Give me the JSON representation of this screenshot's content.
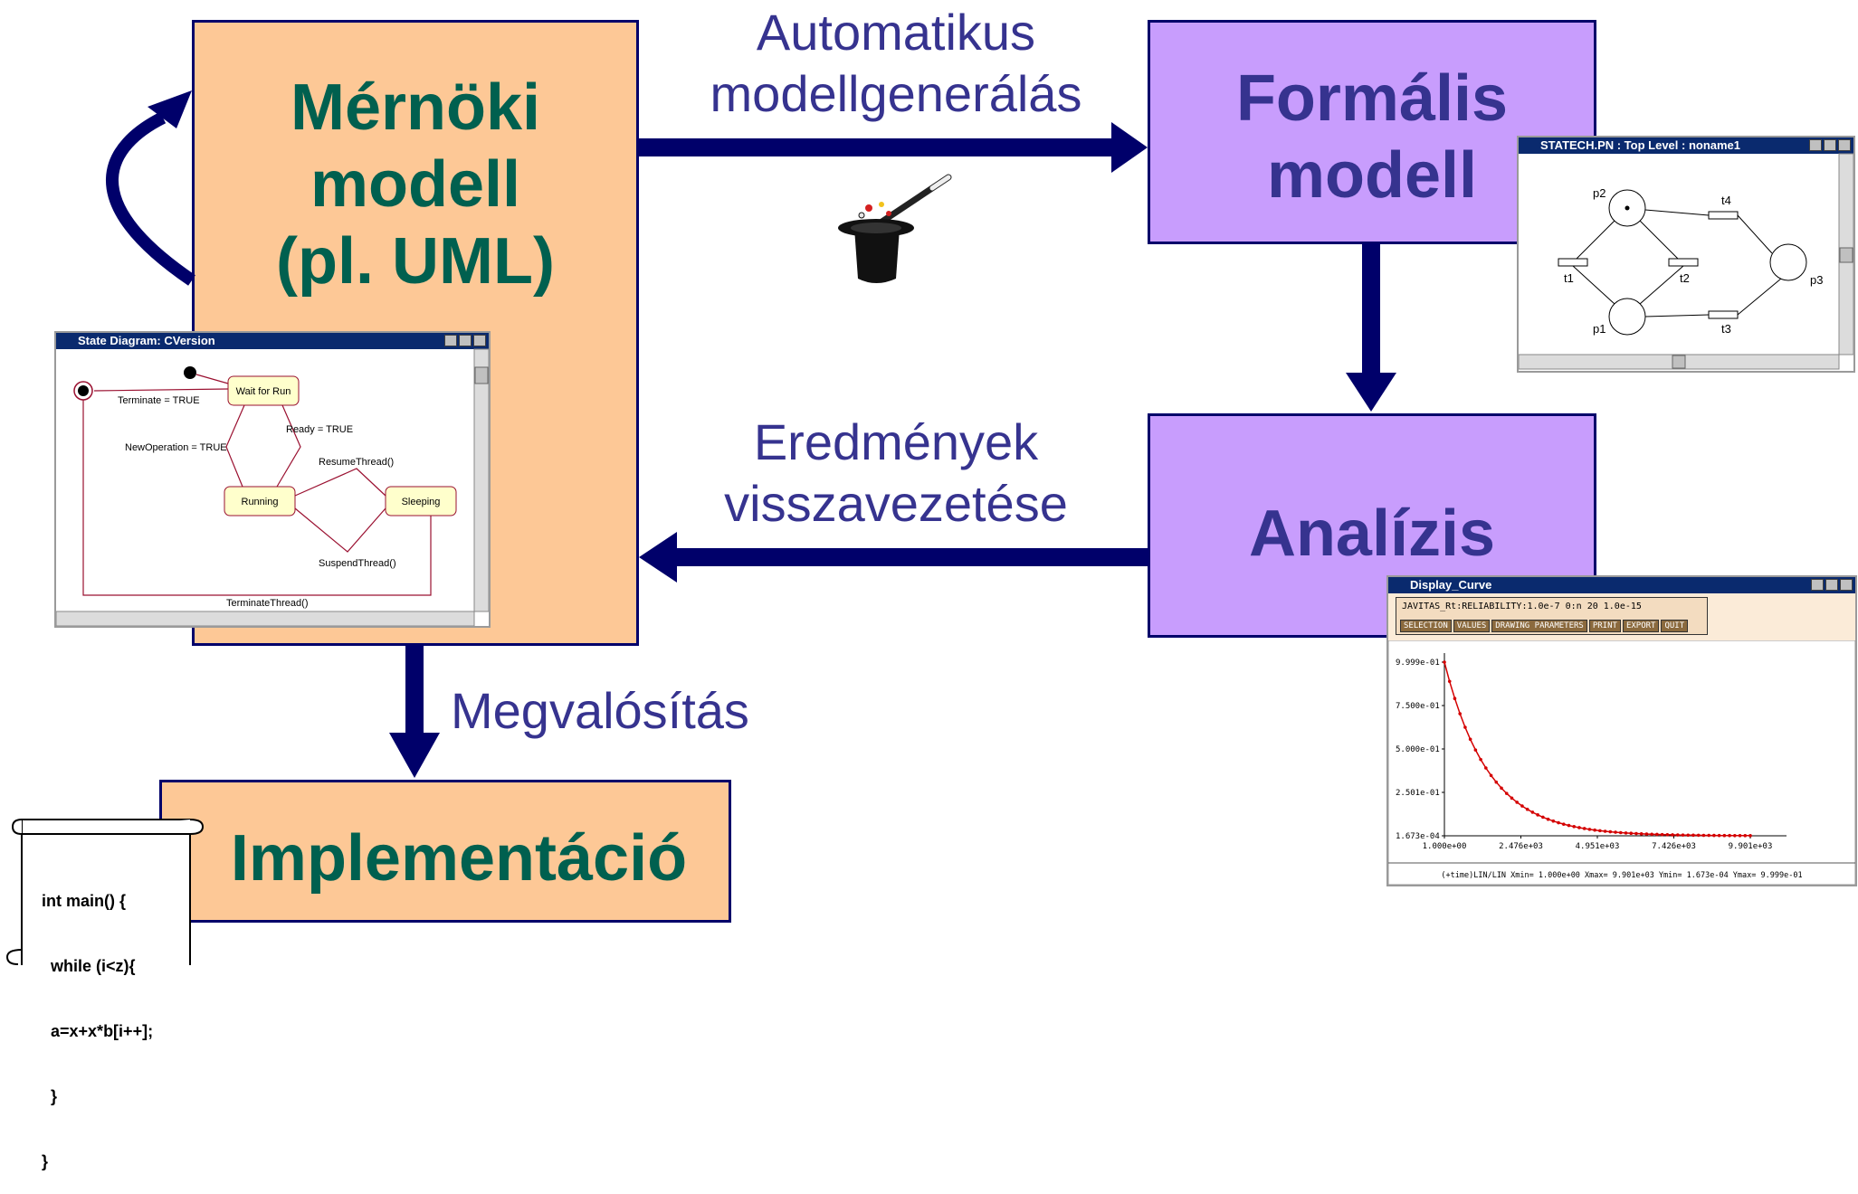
{
  "nodes": {
    "engineering_model": {
      "line1": "Mérnöki",
      "line2": "modell",
      "line3": "(pl. UML)"
    },
    "formal_model": {
      "line1": "Formális",
      "line2": "modell"
    },
    "analysis": {
      "line1": "Analízis"
    },
    "implementation": {
      "line1": "Implementáció"
    }
  },
  "edges": {
    "auto_gen": {
      "line1": "Automatikus",
      "line2": "modellgenerálás"
    },
    "results_back": {
      "line1": "Eredmények",
      "line2": "visszavezetése"
    },
    "realization": {
      "line1": "Megvalósítás"
    }
  },
  "code_scroll": {
    "lines": [
      "int main() {",
      "  while (i<z){",
      "  a=x+x*b[i++];",
      "  }",
      "}"
    ]
  },
  "state_window": {
    "title": "State Diagram: CVersion",
    "states": {
      "wait": "Wait for Run",
      "running": "Running",
      "sleeping": "Sleeping"
    },
    "transitions": {
      "terminate": "Terminate = TRUE",
      "ready": "Ready = TRUE",
      "new_op": "NewOperation = TRUE",
      "resume": "ResumeThread()",
      "suspend": "SuspendThread()",
      "terminate_thread": "TerminateThread()"
    }
  },
  "petri_window": {
    "title": "STATECH.PN : Top Level : noname1",
    "places": [
      "p1",
      "p2",
      "p3"
    ],
    "transitions": [
      "t1",
      "t2",
      "t3",
      "t4"
    ]
  },
  "curve_window": {
    "title": "Display_Curve",
    "header": "JAVITAS_Rt:RELIABILITY:1.0e-7 0:n 20 1.0e-15",
    "buttons": [
      "SELECTION",
      "VALUES",
      "DRAWING PARAMETERS",
      "PRINT",
      "EXPORT",
      "QUIT"
    ],
    "footer": "(+time)LIN/LIN Xmin= 1.000e+00 Xmax= 9.901e+03 Ymin= 1.673e-04 Ymax= 9.999e-01",
    "chart_data": {
      "type": "line",
      "x_ticks": [
        "1.000e+00",
        "2.476e+03",
        "4.951e+03",
        "7.426e+03",
        "9.901e+03"
      ],
      "y_ticks": [
        "9.999e-01",
        "7.500e-01",
        "5.000e-01",
        "2.501e-01",
        "1.673e-04"
      ],
      "xlim": [
        1,
        9901
      ],
      "ylim": [
        0.0001673,
        0.9999
      ],
      "decay_per_unit": 0.0007,
      "point_count": 60
    }
  },
  "colors": {
    "orange_box": "#fdc896",
    "purple_box": "#c89dfd",
    "arrow": "#00006a",
    "green_text": "#00604f",
    "blue_text": "#36338f"
  }
}
